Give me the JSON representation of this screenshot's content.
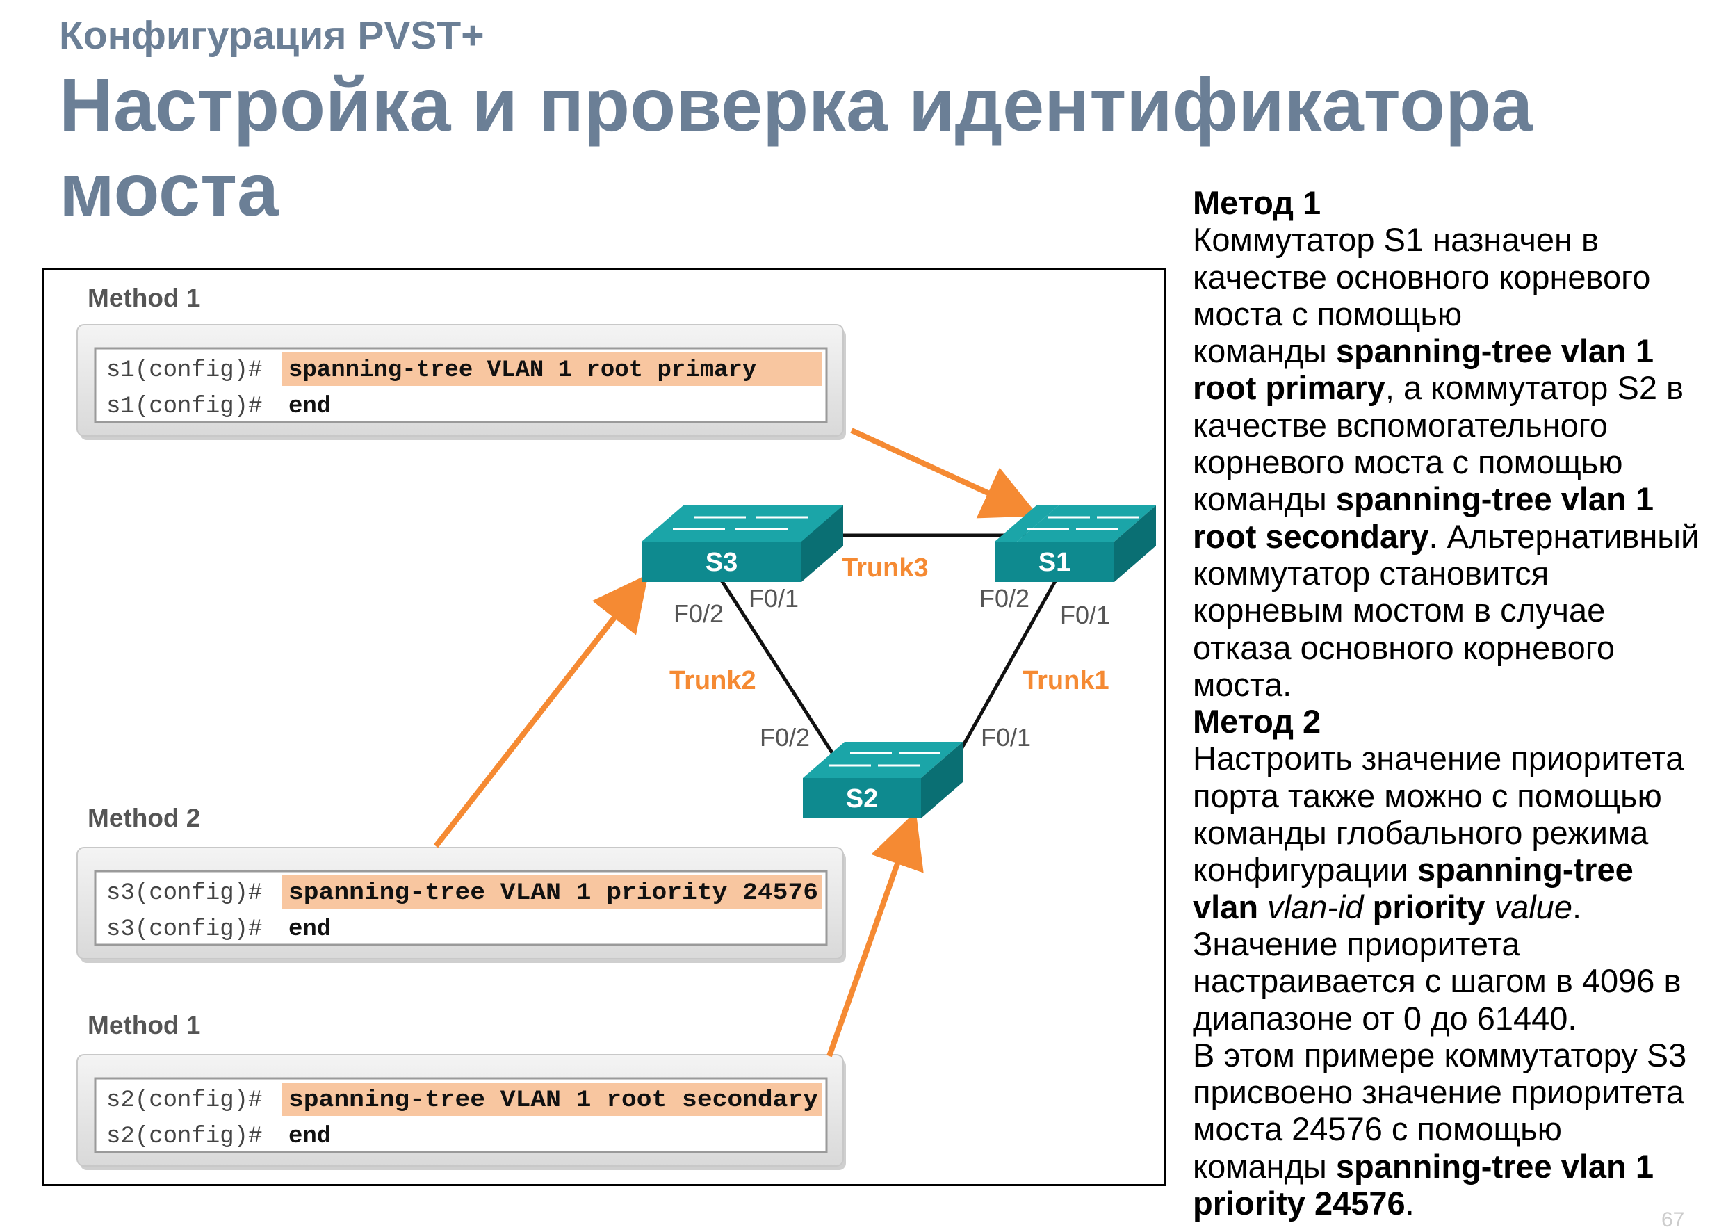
{
  "header": {
    "subtitle": "Конфигурация PVST+",
    "title": "Настройка и проверка идентификатора моста"
  },
  "diagram": {
    "methods": [
      {
        "label": "Method 1",
        "lines": [
          {
            "prompt": "s1(config)#",
            "command": "spanning-tree VLAN 1 root primary",
            "highlight": true
          },
          {
            "prompt": "s1(config)#",
            "command": "end",
            "highlight": false
          }
        ]
      },
      {
        "label": "Method 2",
        "lines": [
          {
            "prompt": "s3(config)#",
            "command": "spanning-tree VLAN 1 priority 24576",
            "highlight": true
          },
          {
            "prompt": "s3(config)#",
            "command": "end",
            "highlight": false
          }
        ]
      },
      {
        "label": "Method 1",
        "lines": [
          {
            "prompt": "s2(config)#",
            "command": "spanning-tree VLAN 1 root secondary",
            "highlight": true
          },
          {
            "prompt": "s2(config)#",
            "command": "end",
            "highlight": false
          }
        ]
      }
    ],
    "switches": [
      "S3",
      "S1",
      "S2"
    ],
    "trunks": [
      "Trunk3",
      "Trunk2",
      "Trunk1"
    ],
    "ports": {
      "s3_f02": "F0/2",
      "s3_f01": "F0/1",
      "s1_f02": "F0/2",
      "s1_f01": "F0/1",
      "s2_f02": "F0/2",
      "s2_f01": "F0/1"
    },
    "colors": {
      "switch": "#0e8a8f",
      "switch_top": "#1aa3a6",
      "arrow": "#f58a33",
      "trunk_label": "#f58a33",
      "highlight": "#f8c6a0"
    }
  },
  "explanation": {
    "method1_heading": "Метод 1",
    "m1_p1": "Коммутатор S1 назначен в",
    "m1_p2": "качестве основного корневого",
    "m1_p3": "моста с помощью",
    "m1_p4a": "команды ",
    "m1_p4b": "spanning-tree vlan 1",
    "m1_p5a": "root primary",
    "m1_p5b": ", а коммутатор S2 в",
    "m1_p6": "качестве вспомогательного",
    "m1_p7": "корневого моста с помощью",
    "m1_p8a": "команды ",
    "m1_p8b": "spanning-tree vlan 1",
    "m1_p9a": "root secondary",
    "m1_p9b": ". Альтернативный",
    "m1_p10": "коммутатор становится",
    "m1_p11": "корневым мостом в случае",
    "m1_p12": "отказа основного корневого",
    "m1_p13": "моста.",
    "method2_heading": "Метод 2",
    "m2_p1": "Настроить значение приоритета",
    "m2_p2": "порта также можно с помощью",
    "m2_p3": "команды глобального режима",
    "m2_p4a": "конфигурации ",
    "m2_p4b": "spanning-tree",
    "m2_p5a": "vlan ",
    "m2_p5b": "vlan-id",
    "m2_p5c": " priority ",
    "m2_p5d": "value",
    "m2_p5e": ".",
    "m2_p6": "Значение приоритета",
    "m2_p7": "настраивается с шагом в 4096 в",
    "m2_p8": "диапазоне от 0 до 61440.",
    "m2_p9": "В этом примере коммутатору S3",
    "m2_p10": "присвоено значение приоритета",
    "m2_p11": "моста 24576 с помощью",
    "m2_p12a": "команды ",
    "m2_p12b": "spanning-tree vlan 1",
    "m2_p13a": "priority 24576",
    "m2_p13b": "."
  },
  "page_number": "67"
}
